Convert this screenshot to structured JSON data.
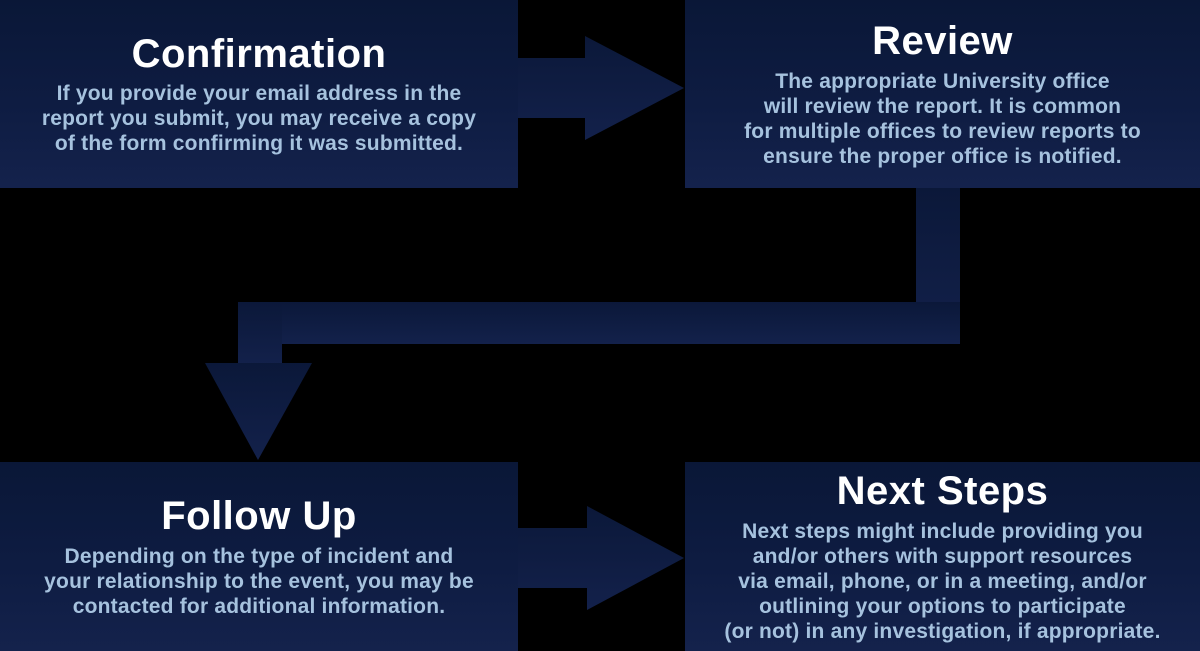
{
  "diagram": {
    "description": "Four-step report handling flowchart",
    "background_color": "#000000",
    "box_color": "#0e1c42",
    "box_gradient_top": "#0a1737",
    "box_gradient_bottom": "#14224c",
    "arrow_color": "#0e1c42",
    "title_color": "#ffffff",
    "body_text_color": "#a6c2de",
    "steps": [
      {
        "id": "confirmation",
        "title": "Confirmation",
        "body": "If you provide your email address in the\nreport you submit, you may receive a copy\nof the form confirming it was submitted."
      },
      {
        "id": "review",
        "title": "Review",
        "body": "The appropriate University office\nwill review the report. It is common\nfor multiple offices to review reports to\nensure the proper office is notified."
      },
      {
        "id": "follow-up",
        "title": "Follow Up",
        "body": "Depending on the type of incident and\nyour relationship to the event, you may be\ncontacted for additional information."
      },
      {
        "id": "next-steps",
        "title": "Next Steps",
        "body": "Next steps might include providing you\nand/or others with support resources\nvia email, phone, or in a meeting, and/or\noutlining your options to participate\n(or not) in any investigation, if appropriate."
      }
    ],
    "connectors": [
      {
        "id": "arrow-confirmation-to-review",
        "type": "right-arrow"
      },
      {
        "id": "arrow-review-to-follow-up",
        "type": "elbow-down-arrow"
      },
      {
        "id": "arrow-follow-up-to-next-steps",
        "type": "right-arrow"
      }
    ]
  }
}
